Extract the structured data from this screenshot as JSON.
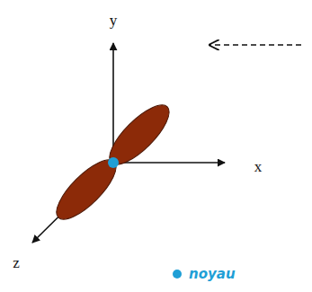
{
  "diagram": {
    "labels": [
      "y",
      "x",
      "z"
    ],
    "legend": [
      {
        "text": "noyau",
        "color": "#1f9fd6"
      }
    ]
  }
}
